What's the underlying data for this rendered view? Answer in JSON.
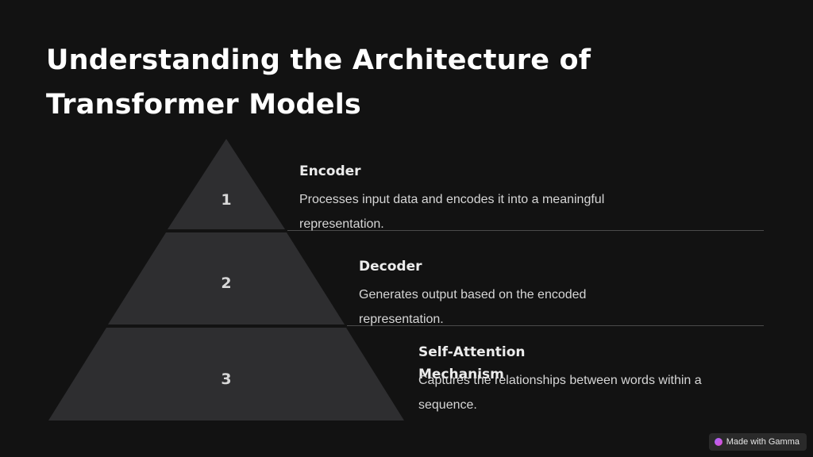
{
  "title": "Understanding the Architecture of Transformer Models",
  "steps": [
    {
      "number": "1",
      "heading": "Encoder",
      "description": "Processes input data and encodes it into a meaningful representation."
    },
    {
      "number": "2",
      "heading": "Decoder",
      "description": "Generates output based on the encoded representation."
    },
    {
      "number": "3",
      "heading": "Self-Attention Mechanism",
      "description": "Captures the relationships between words within a sequence."
    }
  ],
  "badge": {
    "label": "Made with Gamma",
    "icon": "gamma-logo-icon"
  },
  "colors": {
    "background": "#121212",
    "tier": "#2e2e30",
    "text": "#e6e6e6"
  }
}
